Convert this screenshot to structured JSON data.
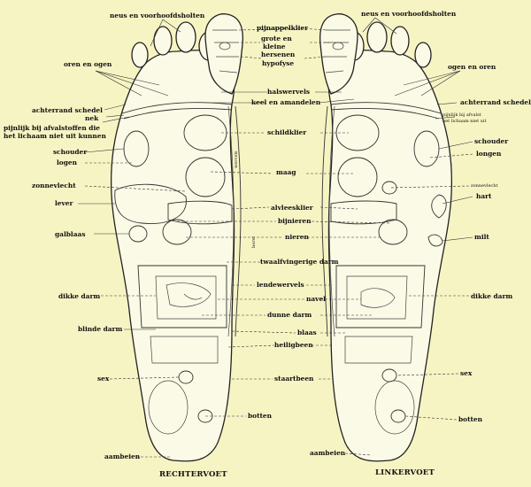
{
  "feet": {
    "right": "RECHTERVOET",
    "left": "LINKERVOET"
  },
  "labels": {
    "neus_left": "neus en voorhoofdsholten",
    "neus_right": "neus en voorhoofdsholten",
    "pijnappelklier": "pijnappelklier",
    "grote_en": "grote en",
    "kleine": "kleine",
    "hersenen": "hersenen",
    "hypofyse": "hypofyse",
    "oren_left": "oren en ogen",
    "ogen_right": "ogen en oren",
    "halswervels": "halswervels",
    "keel": "keel en amandelen",
    "achterrand_left": "achterrand schedel",
    "achterrand_right": "achterrand schedel",
    "nek": "nek",
    "pijnlijk1": "pijnlijk bij afvalstoffen die",
    "pijnlijk2": "het lichaam niet uit kunnen",
    "pijnlijk_small1": "pijnlijk bij afvalst",
    "pijnlijk_small2": "het lichaam niet uit",
    "schildklier": "schildklier",
    "schouder_left": "schouder",
    "schouder_right": "schouder",
    "logen": "logen",
    "longen": "longen",
    "maag": "maag",
    "zonnevlecht": "zonnevlecht",
    "zonnevlecht_small": "zonnevlecht",
    "hart": "hart",
    "lever": "lever",
    "alvleesklier": "alvleesklier",
    "bijnieren": "bijnieren",
    "galblaas": "galblaas",
    "nieren": "nieren",
    "milt": "milt",
    "twaalfvinger": "twaalfvingerige darm",
    "lendewervels": "lendewervels",
    "dikke_left": "dikke darm",
    "dikke_right": "dikke darm",
    "navel": "navel",
    "dunne": "dunne darm",
    "blinde": "blinde darm",
    "blaas": "blaas",
    "heiligbeen": "heiligbeen",
    "sex_left": "sex",
    "sex_right": "sex",
    "staartbeen": "staartbeen",
    "botten_left": "botten",
    "botten_right": "botten",
    "aambeien_left": "aambeien",
    "aambeien_right": "aambeien",
    "wervelkolom_upper": "wervels",
    "wervelkolom_lower": "borst"
  }
}
